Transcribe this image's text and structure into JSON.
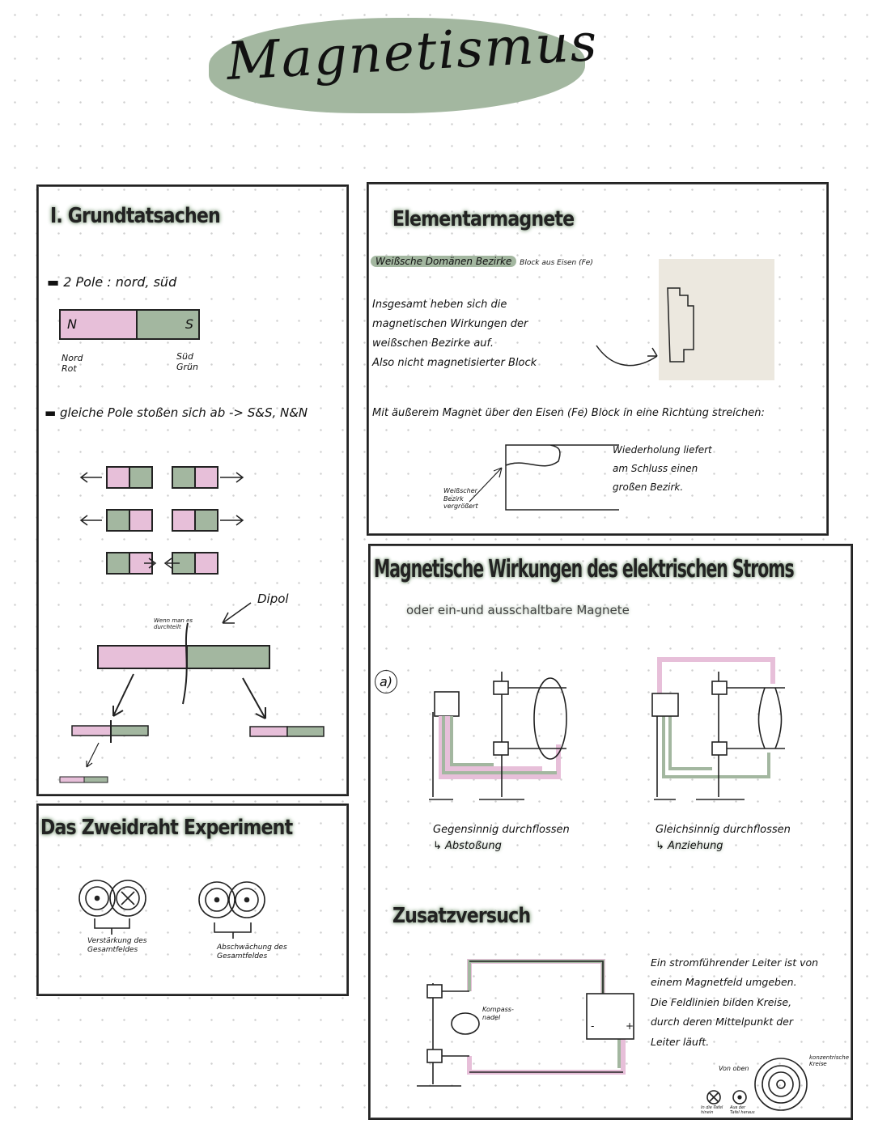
{
  "title": "Magnetismus",
  "colors": {
    "pink": "#e7bfd9",
    "green": "#a3b7a0"
  },
  "grundtatsachen": {
    "heading": "I. Grundtatsachen",
    "bullet_poles": "2 Pole : nord, süd",
    "magnet_n": "N",
    "magnet_s": "S",
    "north_label": "Nord",
    "north_color": "Rot",
    "south_label": "Süd",
    "south_color": "Grün",
    "bullet_repel": "gleiche Pole stoßen sich ab -> S&S, N&N",
    "dipol": "Dipol",
    "cut_note": "Wenn man es durchteilt"
  },
  "zweidraht": {
    "heading": "Das Zweidraht Experiment",
    "left_caption": "Verstärkung des Gesamtfeldes",
    "right_caption": "Abschwächung des Gesamtfeldes"
  },
  "elementar": {
    "heading": "Elementarmagnete",
    "highlight": "Weißsche Domänen Bezirke",
    "block_label": "Block aus Eisen (Fe)",
    "para": [
      "Insgesamt heben sich die",
      "magnetischen Wirkungen der",
      "weißschen Bezirke auf.",
      "Also nicht magnetisierter Block"
    ],
    "instruction": "Mit äußerem Magnet über den Eisen (Fe) Block in eine Richtung streichen:",
    "bezirk_label": "Weißscher Bezirk vergrößert",
    "result": [
      "Wiederholung liefert",
      "am Schluss einen",
      "großen Bezirk."
    ]
  },
  "strom": {
    "heading": "Magnetische Wirkungen des elektrischen Stroms",
    "subheading": "oder ein-und ausschaltbare Magnete",
    "part_a": "a)",
    "left_caption": "Gegensinnig durchflossen",
    "left_result": "↳ Abstoßung",
    "right_caption": "Gleichsinnig durchflossen",
    "right_result": "↳ Anziehung",
    "zusatz_heading": "Zusatzversuch",
    "kompass": "Kompass-nadel",
    "minus": "-",
    "plus": "+",
    "para": [
      "Ein stromführender Leiter ist von",
      "einem Magnetfeld umgeben.",
      "Die Feldlinien bilden Kreise,",
      "durch deren Mittelpunkt der",
      "Leiter läuft."
    ],
    "von_oben": "Von oben",
    "konzentrisch": "konzentrische Kreise",
    "into": "In die Tafel hinein",
    "out": "Aus der Tafel heraus"
  }
}
